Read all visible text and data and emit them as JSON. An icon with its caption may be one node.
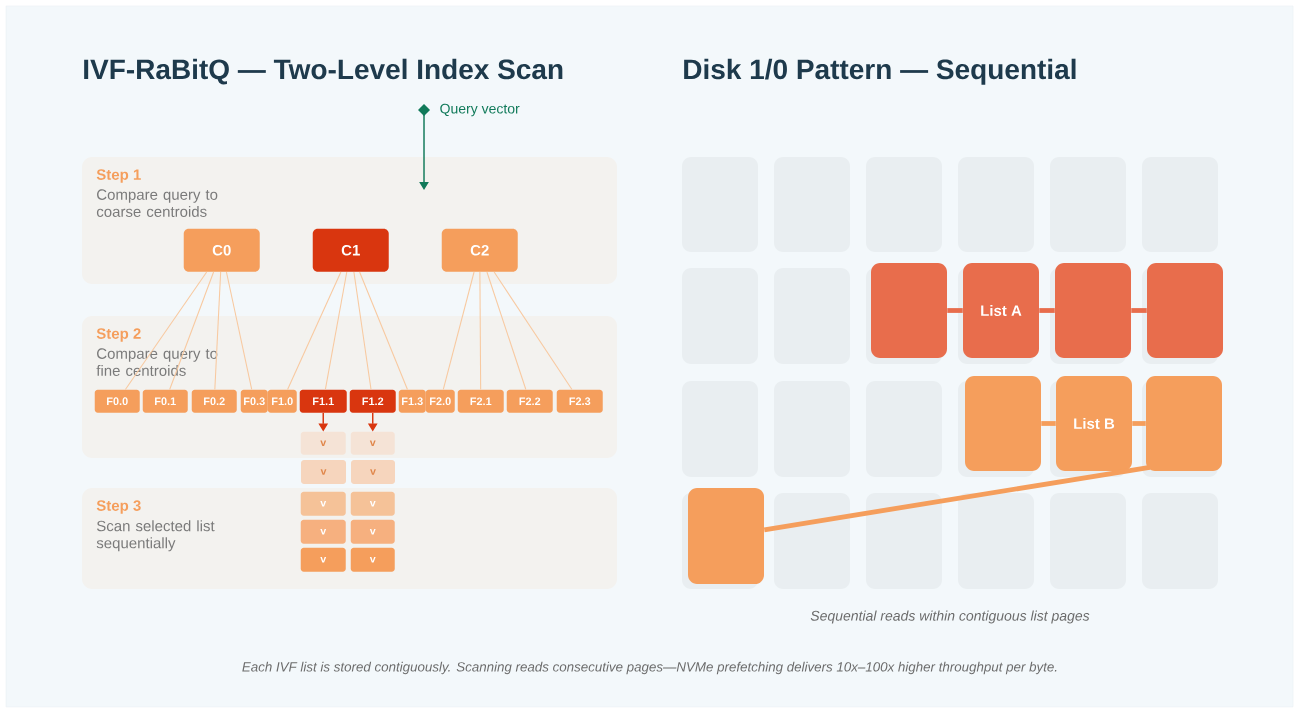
{
  "diagram": {
    "caption": "Each IVF list is stored contiguously. Scanning reads consecutive pages—NVMe prefetching delivers 10x–100x higher throughput per byte.",
    "nodes": [
      {
        "text": [
          "Query vector"
        ]
      },
      {
        "text": [
          "Step 1",
          "Compare query to coarse centroids"
        ]
      },
      {
        "text": [
          "C0"
        ],
        "in": 1
      },
      {
        "text": [
          "C1"
        ],
        "in": 1
      },
      {
        "text": [
          "C2"
        ],
        "in": 1
      },
      {
        "text": [
          "Step 2",
          "Compare query to fine centroids"
        ]
      },
      {
        "text": [
          "F0.0"
        ],
        "in": 5
      },
      {
        "text": [
          "F0.1"
        ],
        "in": 5
      },
      {
        "text": [
          "F0.2"
        ],
        "in": 5
      },
      {
        "text": [
          "F0.3"
        ],
        "in": 5
      },
      {
        "text": [
          "F1.0"
        ],
        "in": 5
      },
      {
        "text": [
          "F1.1"
        ],
        "in": 5
      },
      {
        "text": [
          "F1.2"
        ],
        "in": 5
      },
      {
        "text": [
          "F1.3"
        ],
        "in": 5
      },
      {
        "text": [
          "F2.0"
        ],
        "in": 5
      },
      {
        "text": [
          "F2.1"
        ],
        "in": 5
      },
      {
        "text": [
          "F2.2"
        ],
        "in": 5
      },
      {
        "text": [
          "F2.3"
        ],
        "in": 5
      },
      {
        "text": [
          "v"
        ],
        "in": 5
      },
      {
        "text": [
          "v"
        ],
        "in": 5
      },
      {
        "text": [
          "v"
        ]
      },
      {
        "text": [
          "v"
        ]
      },
      {
        "text": [
          "Step 3",
          "Scan selected list sequentially"
        ]
      },
      {
        "text": [
          "v"
        ],
        "in": 22
      },
      {
        "text": [
          "v"
        ],
        "in": 22
      },
      {
        "text": [
          "v"
        ],
        "in": 22
      },
      {
        "text": [
          "v"
        ],
        "in": 22
      },
      {
        "text": [
          "v"
        ],
        "in": 22
      },
      {
        "text": [
          "v"
        ],
        "in": 22
      },
      {
        "text": [],
        "shape": "box"
      },
      {
        "text": [
          "List A"
        ]
      },
      {
        "text": [],
        "shape": "box"
      },
      {
        "text": [],
        "shape": "box"
      },
      {
        "text": [],
        "shape": "box"
      },
      {
        "text": [
          "List B"
        ]
      },
      {
        "text": [],
        "shape": "box"
      },
      {
        "text": [],
        "shape": "box"
      }
    ],
    "edges": [
      {
        "from": 0,
        "to": null,
        "arrow": "to",
        "color": "#117a5a"
      },
      {
        "from": 2,
        "to": 6,
        "arrow": "none"
      },
      {
        "from": 2,
        "to": 7,
        "arrow": "none"
      },
      {
        "from": 2,
        "to": 8,
        "arrow": "none"
      },
      {
        "from": 2,
        "to": 9,
        "arrow": "none"
      },
      {
        "from": 3,
        "to": 10,
        "arrow": "none"
      },
      {
        "from": 3,
        "to": 11,
        "arrow": "none"
      },
      {
        "from": 3,
        "to": 12,
        "arrow": "none"
      },
      {
        "from": 3,
        "to": 13,
        "arrow": "none"
      },
      {
        "from": 4,
        "to": 14,
        "arrow": "none"
      },
      {
        "from": 4,
        "to": 15,
        "arrow": "none"
      },
      {
        "from": 4,
        "to": 16,
        "arrow": "none"
      },
      {
        "from": 4,
        "to": 17,
        "arrow": "none"
      },
      {
        "from": 11,
        "to": 18,
        "arrow": "to",
        "color": "#d9360f"
      },
      {
        "from": 12,
        "to": 19,
        "arrow": "to",
        "color": "#d9360f"
      },
      {
        "from": 29,
        "to": 30,
        "arrow": "none",
        "style": "thick",
        "color": "#e86d4c"
      },
      {
        "from": 30,
        "to": 31,
        "arrow": "none",
        "style": "thick",
        "color": "#e86d4c"
      },
      {
        "from": 31,
        "to": 32,
        "arrow": "none",
        "style": "thick",
        "color": "#e86d4c"
      },
      {
        "from": 33,
        "to": 34,
        "arrow": "none",
        "style": "thick",
        "color": "#f59e5c"
      },
      {
        "from": 34,
        "to": 35,
        "arrow": "none",
        "style": "thick",
        "color": "#f59e5c"
      },
      {
        "from": 36,
        "to": 35,
        "arrow": "none",
        "style": "thick",
        "color": "#f59e5c"
      }
    ],
    "labels": [
      "IVF-RaBitQ — Two-Level Index Scan",
      "Disk 1/0 Pattern — Sequential",
      "Sequential reads within contiguous list pages"
    ]
  }
}
